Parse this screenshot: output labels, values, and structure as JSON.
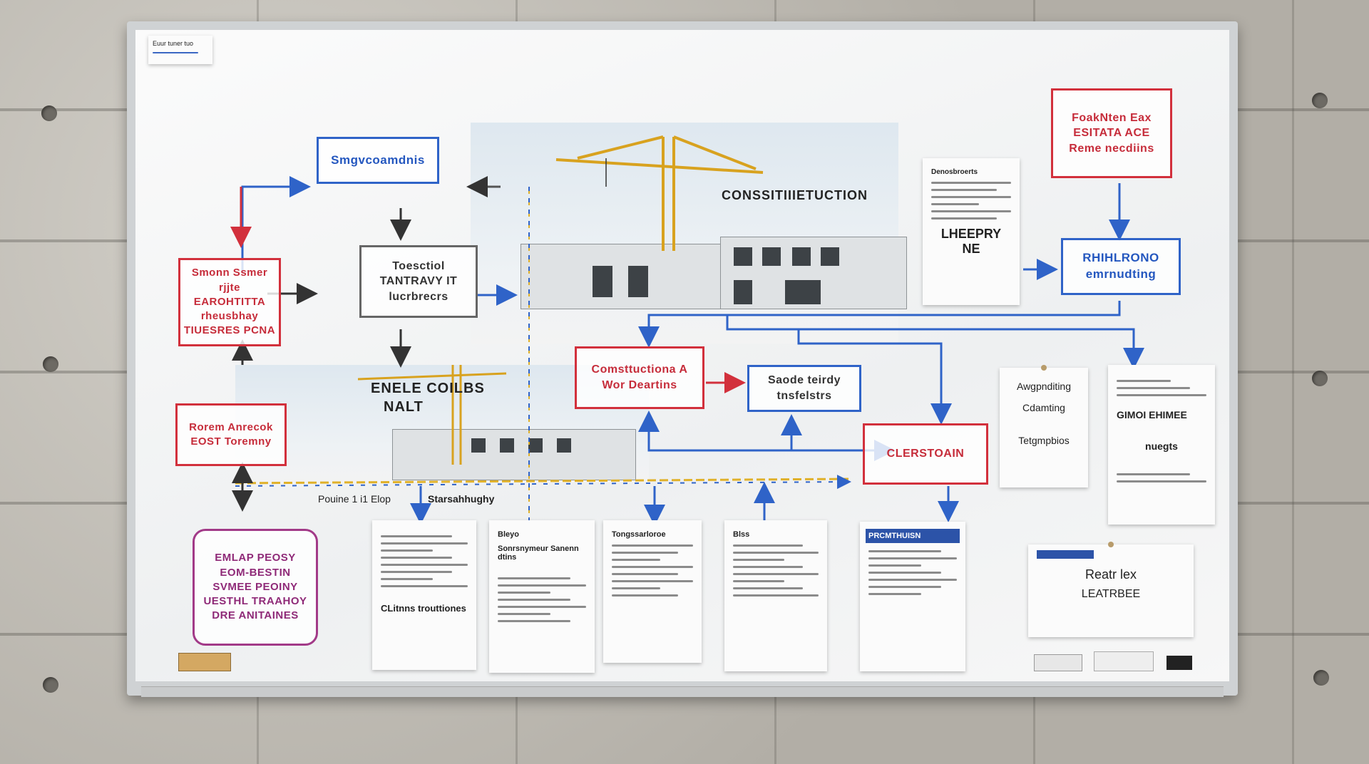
{
  "sticky_note": {
    "line1": "Euur tuner tuo"
  },
  "labels": {
    "construction": "CONSSITIIIETUCTION",
    "enele": "ENELE COILBS",
    "nalt": "NALT",
    "dashed_left": "Pouine 1 i1 Elop",
    "dashed_right": "Starsahhughy"
  },
  "boxes": {
    "top_blue": "Smgvcoamdnis",
    "red_left": [
      "Smonn Ssmer rjjte",
      "EAROHTITTA",
      "rheusbhay",
      "TIUESRES PCNA"
    ],
    "gray_center": [
      "Toesctiol",
      "TANTRAVY IT",
      "lucrbrecrs"
    ],
    "red_left_low": [
      "Rorem Anrecok",
      "EOST Toremny"
    ],
    "red_construction": [
      "Comsttuctiona A",
      "Wor Deartins"
    ],
    "blue_safety": [
      "Saode teirdy",
      "tnsfelstrs"
    ],
    "red_center": [
      "CLERSTOAIN"
    ],
    "red_top_right": [
      "FoakNten Eax",
      "ESITATA ACE",
      "Reme necdiins"
    ],
    "blue_right": [
      "RHIHLRONO",
      "emrnudting"
    ],
    "purple": [
      "EMLAP PEOSY",
      "EOM-BESTIN",
      "SVMEE PEOINY",
      "UESTHL TRAAHOY",
      "DRE ANITAINES"
    ]
  },
  "papers": {
    "top_right_doc": {
      "title": "Denosbroerts",
      "big": "LHEEPRY NE"
    },
    "right_a": {
      "l1": "Awgpnditing",
      "l2": "Cdamting",
      "l3": "Tetgmpbios"
    },
    "right_b": {
      "l1": "GIMOI EHIMEE",
      "l2": "nuegts"
    },
    "bottom_1": {
      "title": "",
      "foot": "CLitnns trouttiones"
    },
    "bottom_2": {
      "title": "Bleyo",
      "sub": "Sonrsnymeur Sanenn dtins"
    },
    "bottom_3": {
      "title": "Tongssarloroe"
    },
    "bottom_4": {
      "title": "Blss"
    },
    "bottom_5": {
      "title": "PRCMTHUISN"
    },
    "bottom_6": {
      "l1": "Reatr lex",
      "l2": "LEATRBEE"
    }
  },
  "colors": {
    "red": "#d2303c",
    "blue": "#2f63c8",
    "purple": "#a23a88",
    "yellow": "#e0b12a"
  }
}
